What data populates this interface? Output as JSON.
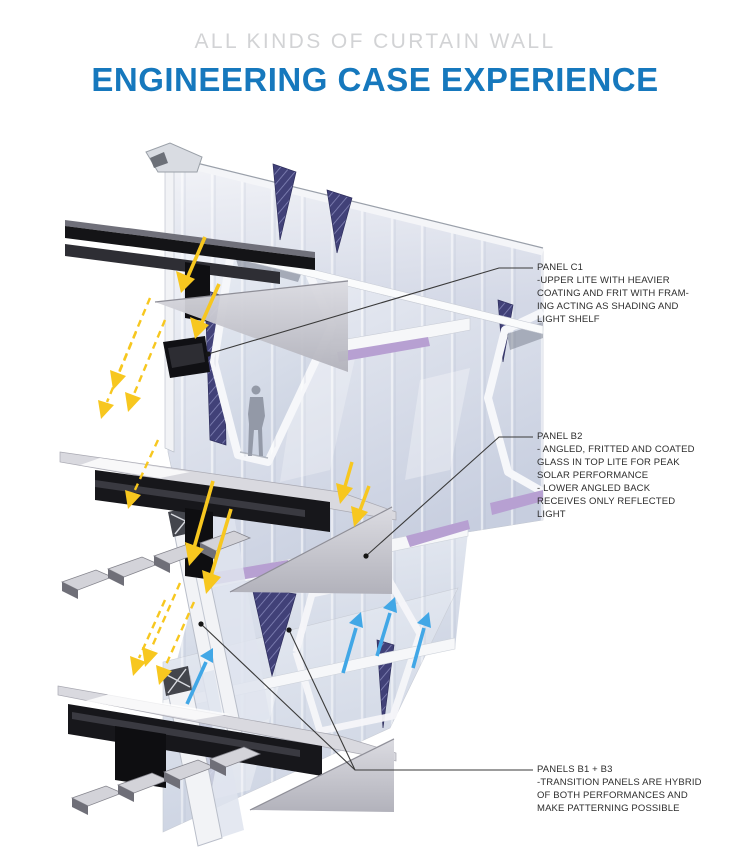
{
  "title": {
    "line1": "ALL KINDS OF CURTAIN WALL",
    "line2": "ENGINEERING CASE EXPERIENCE"
  },
  "annotations": {
    "c1": {
      "label": "PANEL C1",
      "lines": [
        "-UPPER LITE WITH HEAVIER",
        "COATING AND FRIT WITH FRAM-",
        "ING ACTING AS SHADING AND",
        "LIGHT SHELF"
      ]
    },
    "b2": {
      "label": "PANEL B2",
      "lines": [
        "- ANGLED, FRITTED AND COATED",
        "GLASS IN TOP LITE FOR PEAK",
        "SOLAR PERFORMANCE",
        "- LOWER ANGLED BACK",
        "RECEIVES ONLY REFLECTED",
        "LIGHT"
      ]
    },
    "b1b3": {
      "label": "PANELS B1 + B3",
      "lines": [
        "-TRANSITION PANELS ARE HYBRID",
        "OF BOTH PERFORMANCES AND",
        "MAKE PATTERNING POSSIBLE"
      ]
    }
  },
  "colors": {
    "title_gray": "#d2d3d5",
    "title_blue": "#1678bd",
    "sun_yellow": "#f7c71f",
    "daylight_blue": "#41a7e6",
    "frit_navy": "#414178",
    "shelf_purple": "#b7a0d2",
    "glass_light": "#f0f2f7",
    "glass_dark": "#c9d0e0",
    "structure_dark": "#19191d",
    "leader_line": "#3a3a3a"
  }
}
